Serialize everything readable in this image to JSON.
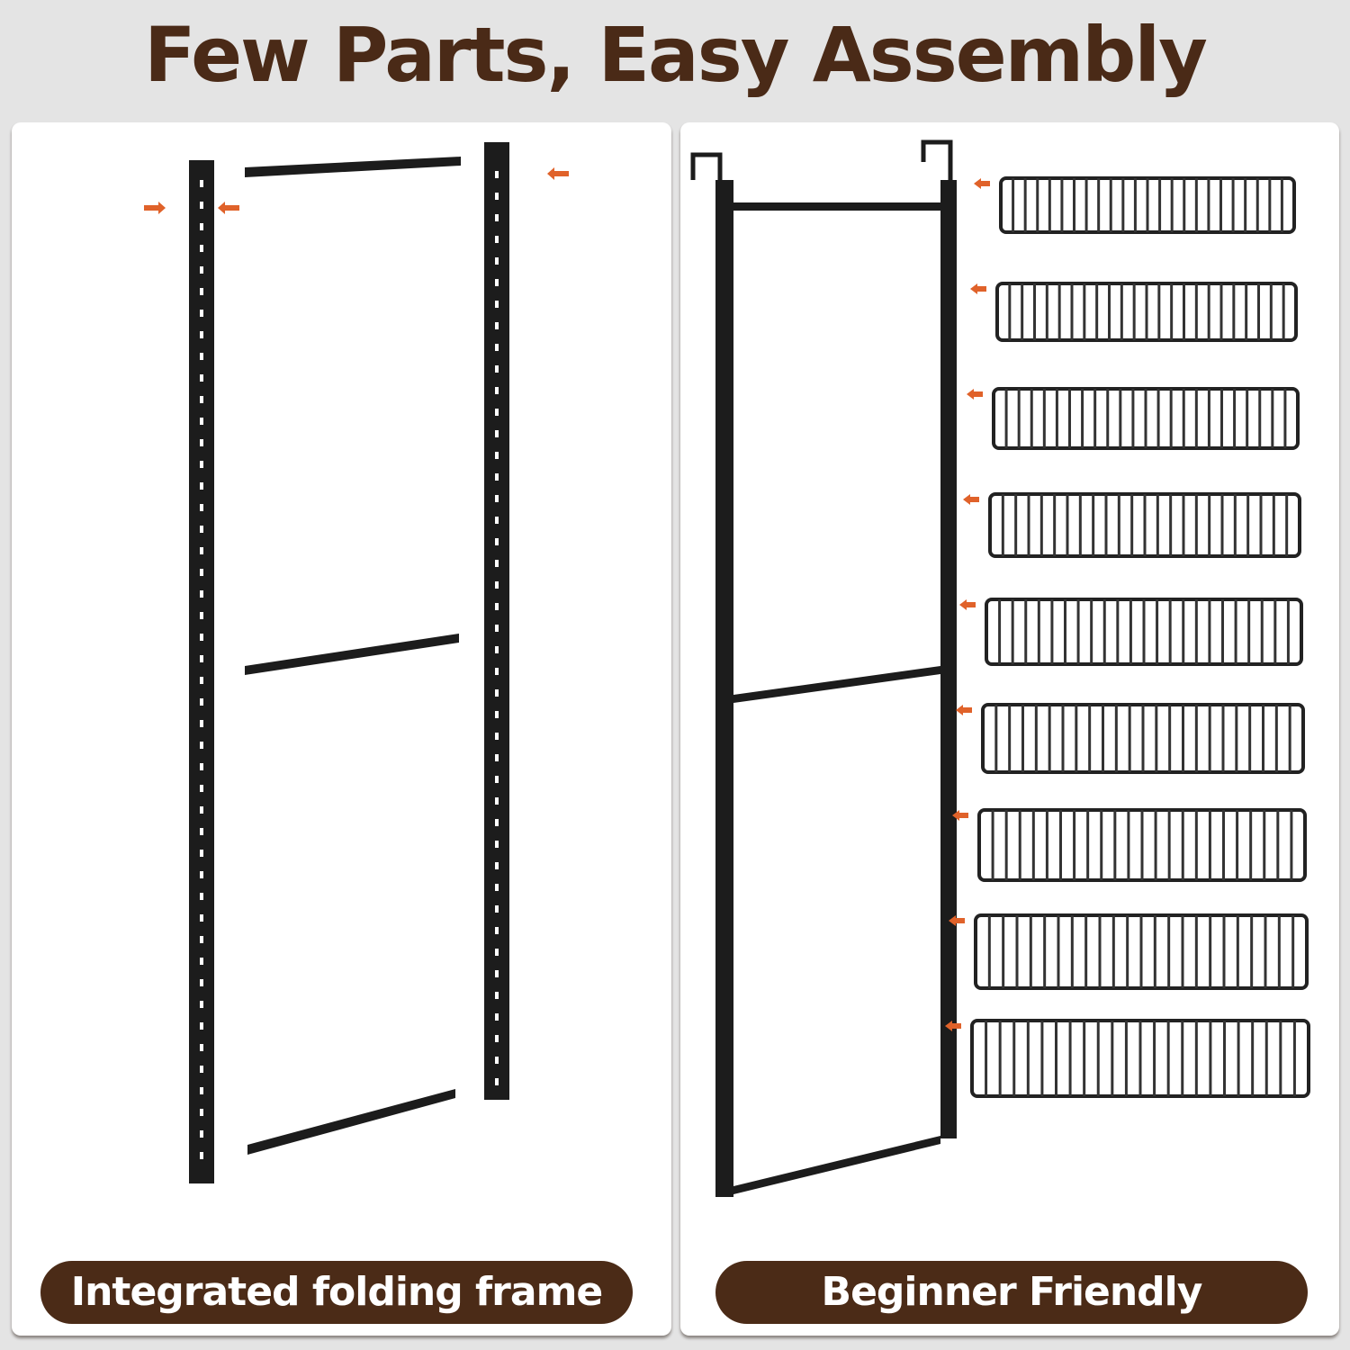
{
  "title": "Few Parts, Easy Assembly",
  "left_panel": {
    "label": "Integrated folding frame"
  },
  "right_panel": {
    "label": "Beginner Friendly",
    "basket_count": 9
  },
  "colors": {
    "brown": "#4b2b17",
    "frame": "#1a1a1a",
    "arrow": "#e0622a"
  }
}
